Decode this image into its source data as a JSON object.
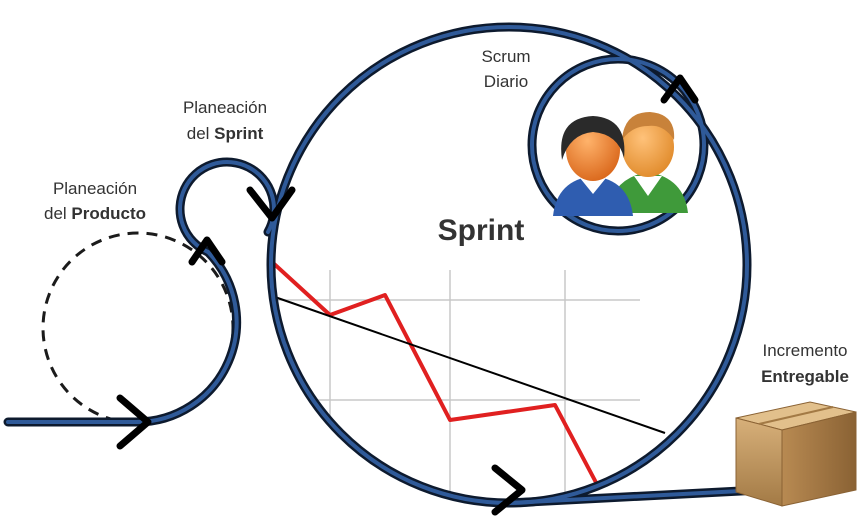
{
  "labels": {
    "product_planning_line1": "Planeación",
    "product_planning_line2_a": "del ",
    "product_planning_line2_b": "Producto",
    "sprint_planning_line1": "Planeación",
    "sprint_planning_line2_a": "del ",
    "sprint_planning_line2_b": "Sprint",
    "daily_scrum_line1": "Scrum",
    "daily_scrum_line2": "Diario",
    "sprint": "Sprint",
    "increment_line1": "Incremento",
    "increment_line2": "Entregable"
  },
  "icons": {
    "people": "people-icon",
    "box": "box-icon",
    "burndown": "burndown-chart-icon"
  },
  "colors": {
    "loop_outer": "#0d1a2e",
    "loop_inner": "#2f5a99",
    "burndown_line": "#e02020",
    "ideal_line": "#000000",
    "grid": "#c8c8c8",
    "box": "#c49a5e"
  }
}
